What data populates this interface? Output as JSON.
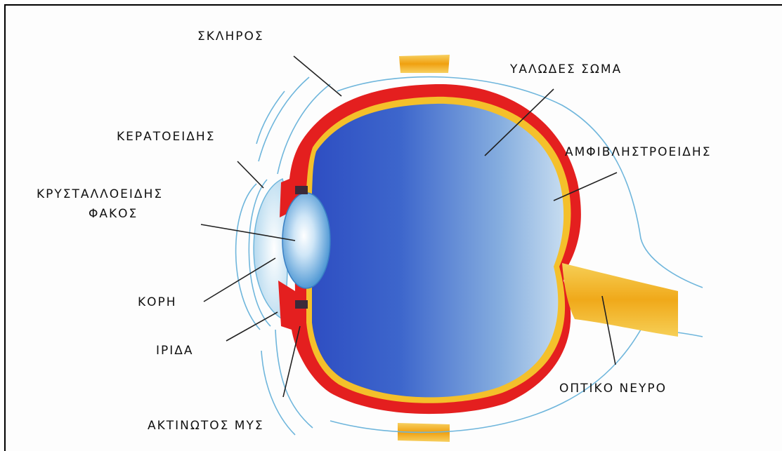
{
  "labels": {
    "sclera": "ΣΚΛΗΡΟΣ",
    "vitreous": "ΥΑΛΩΔΕΣ ΣΩΜΑ",
    "cornea": "ΚΕΡΑΤΟΕΙΔΗΣ",
    "choroid": "ΑΜΦΙΒΛΗΣΤΡΟΕΙΔΗΣ",
    "lens_line1": "ΚΡΥΣΤΑΛΛΟΕΙΔΗΣ",
    "lens_line2": "ΦΑΚΟΣ",
    "pupil": "ΚΟΡΗ",
    "iris": "ΙΡΙΔΑ",
    "optic_nerve": "ΟΠΤΙΚΟ ΝΕΥΡΟ",
    "ciliary": "ΑΚΤΙΝΩΤΟΣ ΜΥΣ"
  },
  "colors": {
    "outline": "#6fb6dc",
    "wall": "#e41f1f",
    "fat": "#f2b21c",
    "vitreous_dark": "#2f50c4",
    "vitreous_light": "#c4dcf0",
    "leader": "#222222"
  }
}
